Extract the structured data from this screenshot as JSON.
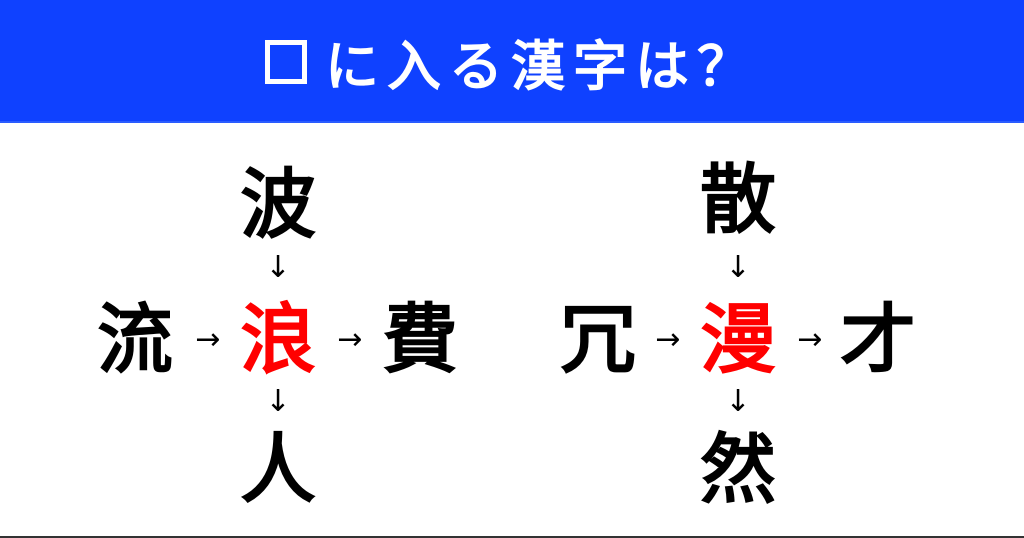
{
  "header": {
    "blank_symbol": "□",
    "title": "に入る漢字は？",
    "background_color": "#0f41ff",
    "text_color": "#ffffff"
  },
  "puzzles": [
    {
      "top": "波",
      "left": "流",
      "center": "浪",
      "right": "費",
      "bottom": "人",
      "answer_color": "#ff0000"
    },
    {
      "top": "散",
      "left": "冗",
      "center": "漫",
      "right": "才",
      "bottom": "然",
      "answer_color": "#ff0000"
    }
  ],
  "arrows": {
    "right": "→",
    "down": "↓"
  }
}
